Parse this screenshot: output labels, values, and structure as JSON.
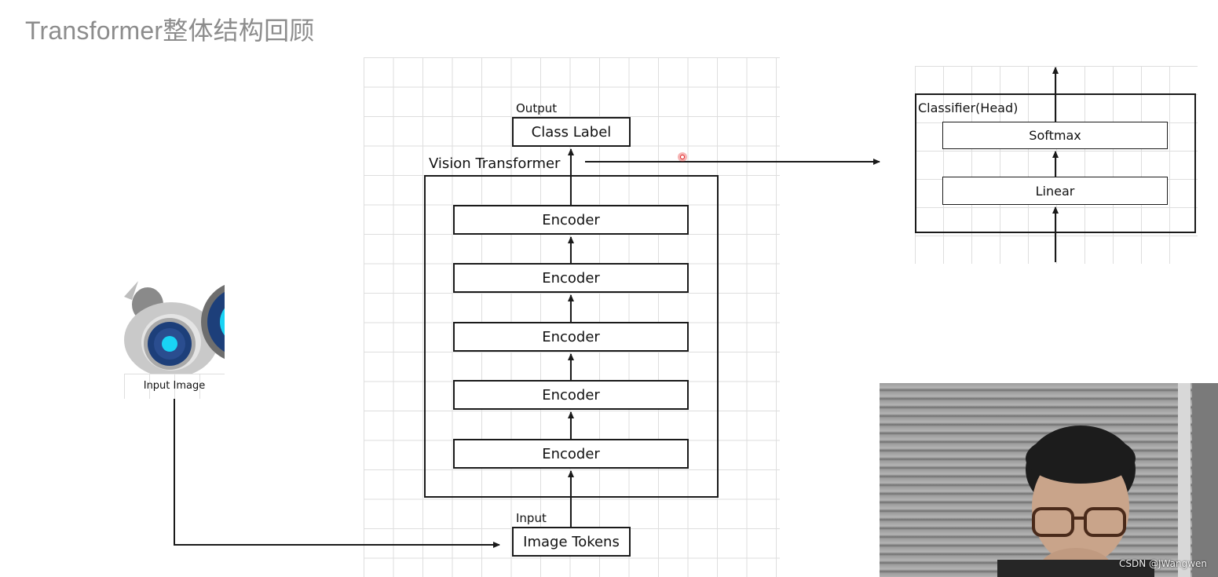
{
  "slide": {
    "title": "Transformer整体结构回顾"
  },
  "vit": {
    "output_label": "Output",
    "class_label": "Class Label",
    "container_label": "Vision Transformer",
    "encoders": [
      "Encoder",
      "Encoder",
      "Encoder",
      "Encoder",
      "Encoder"
    ],
    "input_label": "Input",
    "tokens_label": "Image Tokens"
  },
  "input_image": {
    "caption": "Input Image"
  },
  "head": {
    "title": "Classifier(Head)",
    "softmax": "Softmax",
    "linear": "Linear"
  },
  "webcam": {
    "watermark": "CSDN @JWangwen"
  },
  "colors": {
    "line": "#1a1a1a",
    "grid": "#dedede",
    "title": "#8c8c8c",
    "cyan": "#19d3f5",
    "navy": "#1d3f7a"
  }
}
